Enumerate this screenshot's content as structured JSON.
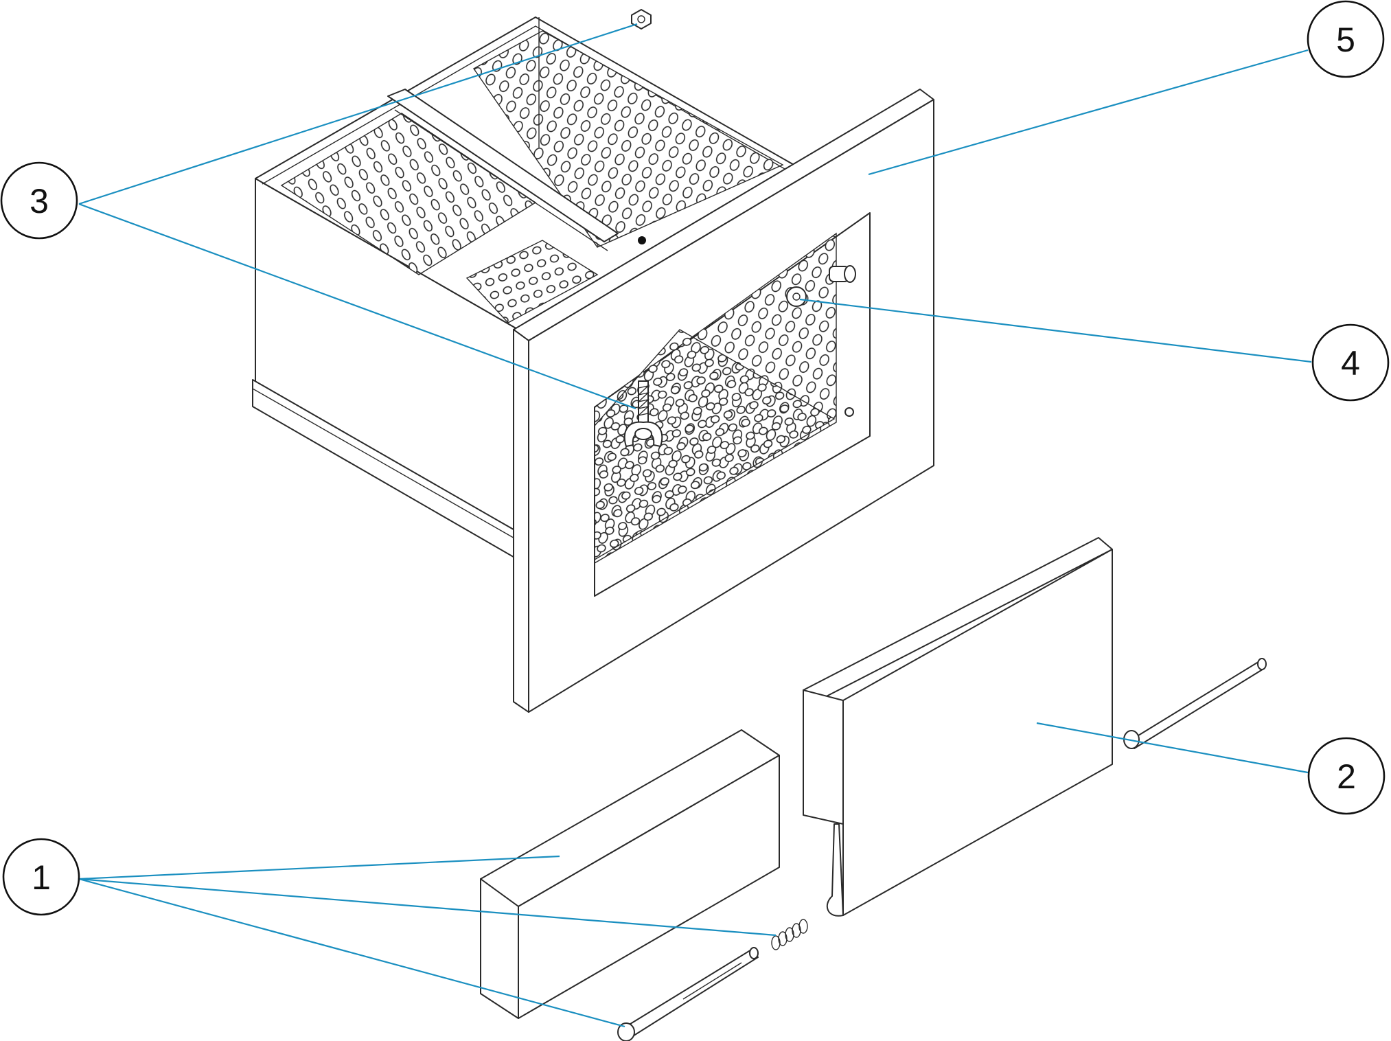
{
  "diagram": {
    "colors": {
      "leader": "#1a8fc0",
      "outline": "#2a2a2a",
      "background": "#ffffff"
    },
    "callouts": [
      {
        "id": "1",
        "label": "1"
      },
      {
        "id": "2",
        "label": "2"
      },
      {
        "id": "3",
        "label": "3"
      },
      {
        "id": "4",
        "label": "4"
      },
      {
        "id": "5",
        "label": "5"
      }
    ]
  }
}
